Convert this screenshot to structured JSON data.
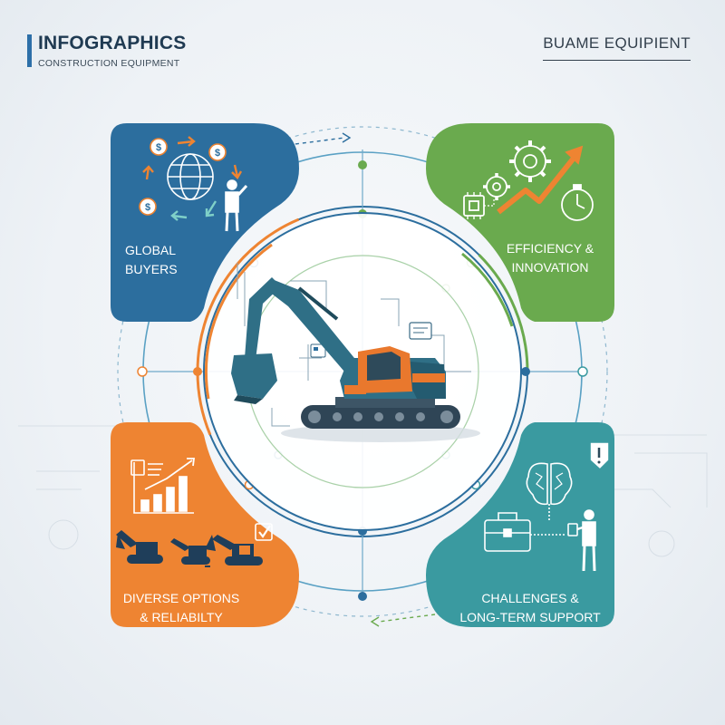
{
  "header": {
    "title": "INFOGRAPHICS",
    "subtitle": "CONSTRUCTION EQUIPMENT",
    "brand": "BUAME EQUIPIENT"
  },
  "quadrants": [
    {
      "id": "global-buyers",
      "line1": "GLOBAL",
      "line2": "BUYERS",
      "color": "#2c6e9e"
    },
    {
      "id": "efficiency",
      "line1": "EFFICIENCY &",
      "line2": "INNOVATION",
      "color": "#6aaa4e"
    },
    {
      "id": "diverse-options",
      "line1": "DIVERSE OPTIONS",
      "line2": "& RELIABILTY",
      "color": "#ee8432"
    },
    {
      "id": "challenges",
      "line1": "CHALLENGES &",
      "line2": "LONG-TERM SUPPORT",
      "color": "#3a9aa0"
    }
  ],
  "colors": {
    "blue": "#2c6e9e",
    "green": "#6aaa4e",
    "orange": "#ee8432",
    "teal": "#3a9aa0",
    "excavator_body": "#2f6f86",
    "excavator_cab": "#e9782d"
  },
  "icons": {
    "global_buyers": [
      "dollar-coin-icon",
      "globe-icon",
      "person-icon",
      "arrow-icon"
    ],
    "efficiency": [
      "gear-icon",
      "chip-icon",
      "growth-arrow-icon",
      "stopwatch-icon"
    ],
    "diverse_options": [
      "document-icon",
      "bar-chart-icon",
      "excavator-icon",
      "checkbox-icon"
    ],
    "challenges": [
      "brain-icon",
      "toolbox-icon",
      "person-tablet-icon",
      "alert-icon"
    ]
  }
}
